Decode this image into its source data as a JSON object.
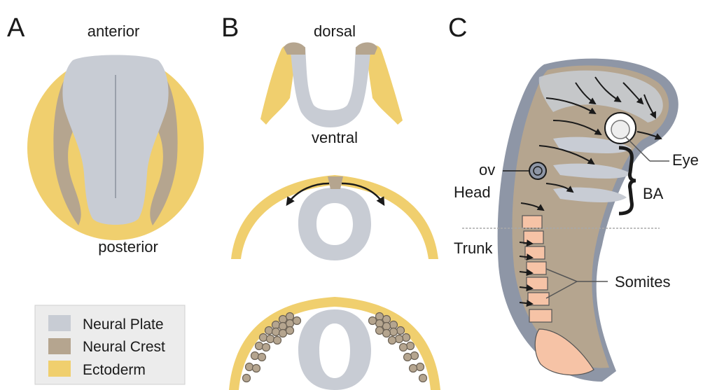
{
  "panels": {
    "a": {
      "letter": "A",
      "top_label": "anterior",
      "bottom_label": "posterior"
    },
    "b": {
      "letter": "B",
      "top_label": "dorsal",
      "bottom_label": "ventral"
    },
    "c": {
      "letter": "C",
      "labels": {
        "eye": "Eye",
        "ov": "ov",
        "head": "Head",
        "ba": "BA",
        "trunk": "Trunk",
        "somites": "Somites"
      }
    }
  },
  "legend": [
    {
      "label": "Neural Plate",
      "color": "#c8ccd4"
    },
    {
      "label": "Neural Crest",
      "color": "#b5a58f"
    },
    {
      "label": "Ectoderm",
      "color": "#f0cf6e"
    }
  ],
  "colors": {
    "neural_plate": "#c8ccd4",
    "neural_crest": "#b5a58f",
    "ectoderm": "#f0cf6e",
    "somite": "#f6c3a6",
    "arrow": "#1a1a1a"
  }
}
